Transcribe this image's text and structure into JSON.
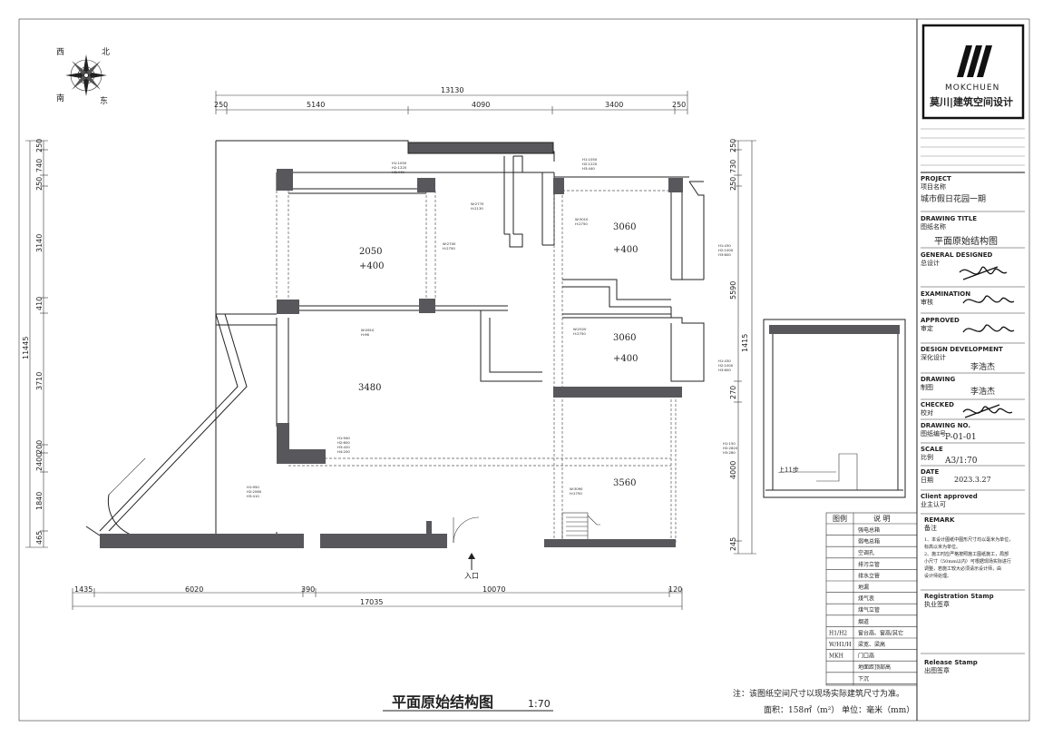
{
  "compass": {
    "north": "北",
    "south": "南",
    "east": "东",
    "west": "西"
  },
  "dims_top": {
    "total": "13130",
    "segs": [
      "250",
      "5140",
      "4090",
      "3400",
      "250"
    ]
  },
  "dims_bottom": {
    "total": "17035",
    "segs": [
      "1435",
      "6020",
      "390",
      "10070",
      "120"
    ]
  },
  "dims_left": {
    "total": "11445",
    "segs": [
      "250",
      "740",
      "250",
      "3140",
      "410",
      "3710",
      "200",
      "2400",
      "1840",
      "465"
    ]
  },
  "dims_right": {
    "segs": [
      "250",
      "730",
      "250",
      "5590",
      "270",
      "4000",
      "245"
    ],
    "aux": "1415"
  },
  "rooms": [
    {
      "area": "2050",
      "level": "+400"
    },
    {
      "area": "3060",
      "level": "+400"
    },
    {
      "area": "3060",
      "level": "+400"
    },
    {
      "area": "3480"
    },
    {
      "area": "3560"
    }
  ],
  "notes_small": [
    "H1:1050",
    "H2:1220",
    "H3:440",
    "W:2770",
    "H:2130",
    "W:2700",
    "H:2750",
    "W:3010",
    "H:2750",
    "W:2610",
    "H:96",
    "W:2520",
    "H:2750",
    "H1:430",
    "H2:1000",
    "H3:600",
    "H1:430",
    "H2:1000",
    "H3:600",
    "H1:940",
    "H2:600",
    "H3:420",
    "H4:200",
    "H1:150",
    "H2:2820",
    "H3:280",
    "H1:950",
    "H2:2060",
    "H3:410",
    "W:3090",
    "H:2750",
    "H1:1050",
    "H2:1220",
    "H3:440"
  ],
  "entrance": "入口",
  "stair_label": "上11步",
  "legend": {
    "col1": "图例",
    "col2": "说 明",
    "items": [
      "强电总箱",
      "弱电总箱",
      "空调孔",
      "排污立管",
      "排水立管",
      "地漏",
      "煤气表",
      "煤气立管",
      "烟道",
      "窗台高、窗高/其它",
      "梁宽、梁高",
      "门口高",
      "地面距顶部高",
      "下沉"
    ],
    "codes": [
      "",
      "",
      "",
      "",
      "",
      "",
      "",
      "",
      "",
      "H1/H2",
      "W/H1/H",
      "MKH",
      "",
      ""
    ]
  },
  "title": {
    "main": "平面原始结构图",
    "scale": "1:70"
  },
  "footer": {
    "note": "注：该图纸空间尺寸以现场实际建筑尺寸为准。",
    "area": "面积：158㎡（m²） 单位：毫米（mm）"
  },
  "logo": {
    "en": "MOKCHUEN",
    "cn": "莫川|建筑空间设计"
  },
  "title_block": {
    "project_en": "PROJECT",
    "project_cn": "项目名称",
    "project_val": "城市假日花园一期",
    "drawing_en": "DRAWING TITLE",
    "drawing_cn": "图纸名称",
    "drawing_val": "平面原始结构图",
    "general_en": "GENERAL  DESIGNED",
    "general_cn": "总设计",
    "exam_en": "EXAMINATION",
    "exam_cn": "审核",
    "approved_en": "APPROVED",
    "approved_cn": "审定",
    "dev_en": "DESIGN DEVELOPMENT",
    "dev_cn": "深化设计",
    "dev_val": "李浩杰",
    "drawing2_en": "DRAWING",
    "drawing2_cn": "制图",
    "drawing2_val": "李浩杰",
    "checked_en": "CHECKED",
    "checked_cn": "校对",
    "no_en": "DRAWING NO.",
    "no_cn": "图纸编号",
    "no_val": "P-01-01",
    "scale_en": "SCALE",
    "scale_cn": "比例",
    "scale_val": "A3/1:70",
    "date_en": "DATE",
    "date_cn": "日期",
    "date_val": "2023.3.27",
    "client_en": "Client approved",
    "client_cn": "业主认可",
    "remark_en": "REMARK",
    "remark_cn": "备注",
    "remark_lines": [
      "1、本设计图纸中图形尺寸均以毫米为单位，",
      "标高以米为单位。",
      "2、施工时应严格按照施工图纸施工，局部",
      "小尺寸（50mm以内）可根据现场实际进行",
      "调整，若施工较大必须请示设计师，由",
      "设计师处理。"
    ],
    "reg_en": "Registration Stamp",
    "reg_cn": "执业签章",
    "rel_en": "Release Stamp",
    "rel_cn": "出图签章"
  }
}
